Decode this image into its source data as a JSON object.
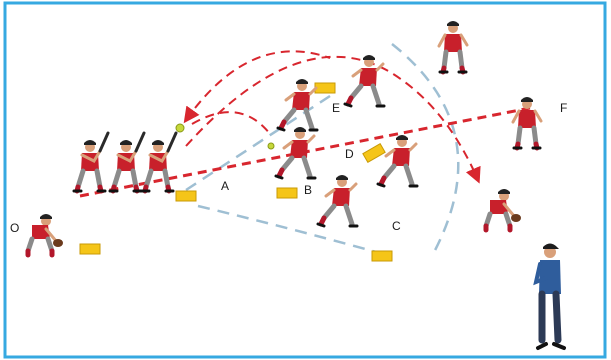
{
  "labels": {
    "o": "O",
    "a": "A",
    "b": "B",
    "c": "C",
    "d": "D",
    "e": "E",
    "f": "F"
  },
  "colors": {
    "border": "#36a9e1",
    "red_route": "#d8262e",
    "blue_route": "#9fbfd3",
    "base": "#f5c518",
    "base_edge": "#c99a06",
    "jersey": "#c8202b",
    "pants": "#7a7a7a",
    "coach_shirt": "#2f5d9c",
    "coach_pants": "#2c3a56",
    "skin": "#d9a07a",
    "ball": "#c6d83a"
  },
  "icons": {
    "base": "base-icon",
    "player": "player-icon",
    "batter": "batter-icon",
    "catcher": "catcher-icon",
    "coach": "coach-icon",
    "ball": "ball-icon"
  }
}
